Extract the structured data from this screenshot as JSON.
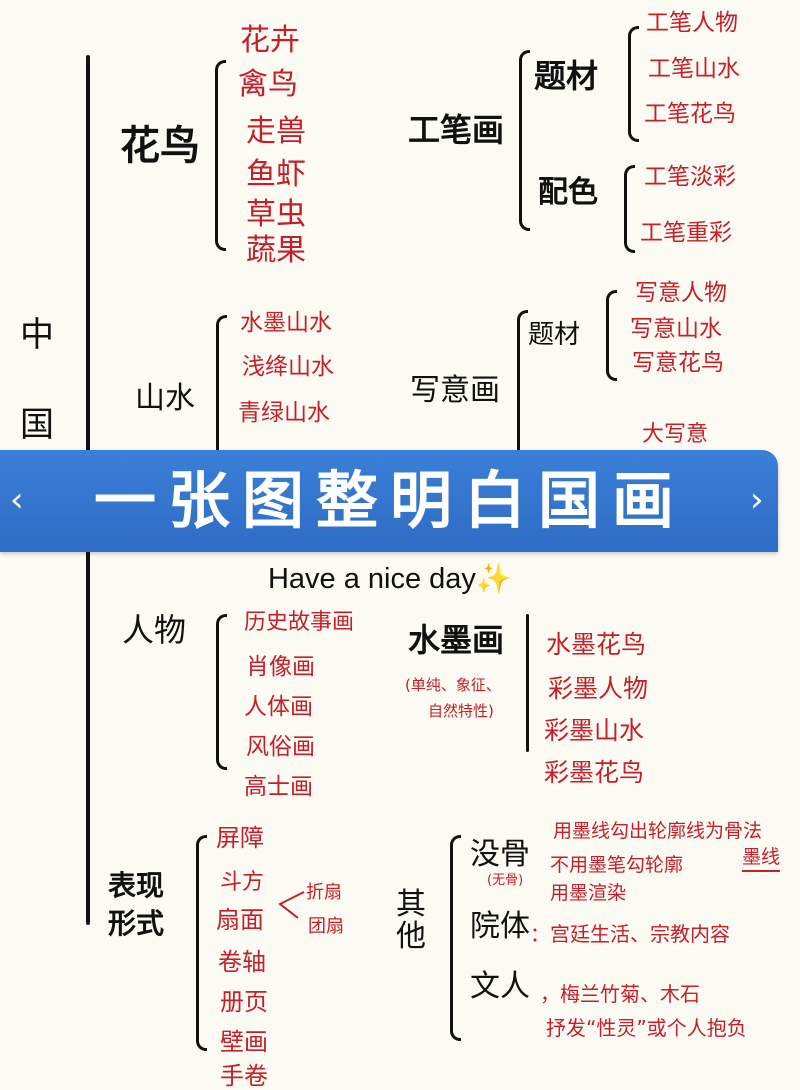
{
  "root": [
    "中",
    "国"
  ],
  "huaniao": {
    "label": "花鸟",
    "items": [
      "花卉",
      "禽鸟",
      "走兽",
      "鱼虾",
      "草虫",
      "蔬果"
    ]
  },
  "shanshui": {
    "label": "山水",
    "items": [
      "水墨山水",
      "浅绛山水",
      "青绿山水"
    ]
  },
  "gongbi": {
    "label": "工笔画",
    "ticai": {
      "label": "题材",
      "items": [
        "工笔人物",
        "工笔山水",
        "工笔花鸟"
      ]
    },
    "peise": {
      "label": "配色",
      "items": [
        "工笔淡彩",
        "工笔重彩"
      ]
    }
  },
  "xieyi": {
    "label": "写意画",
    "ticai": {
      "label": "题材",
      "items": [
        "写意人物",
        "写意山水",
        "写意花鸟"
      ]
    },
    "partial_item": "大写意"
  },
  "banner": {
    "title": "一张图整明白国画",
    "prev_icon": "‹",
    "next_icon": "›",
    "color": "#3a7fd8"
  },
  "subtitle": "Have a nice day✨",
  "renwu": {
    "label": "人物",
    "items": [
      "历史故事画",
      "肖像画",
      "人体画",
      "风俗画",
      "高士画"
    ]
  },
  "shuimo": {
    "label": "水墨画",
    "note": [
      "(单纯、象征、",
      "自然特性)"
    ],
    "items": [
      "水墨花鸟",
      "彩墨人物",
      "彩墨山水",
      "彩墨花鸟"
    ]
  },
  "biaoxian": {
    "label": [
      "表现",
      "形式"
    ],
    "items": [
      "屏障",
      "斗方",
      "扇面",
      "卷轴",
      "册页",
      "壁画",
      "手卷"
    ],
    "shanmian_sub": [
      "折扇",
      "团扇"
    ]
  },
  "qita": {
    "label": [
      "其",
      "他"
    ],
    "mogu": {
      "label": "没骨",
      "note": "(无骨)",
      "desc": [
        "用墨线勾出轮廓线为骨法",
        "不用墨笔勾轮廓",
        "用墨渲染"
      ],
      "mark": "墨线"
    },
    "yuanti": {
      "label": "院体",
      "desc": "：宫廷生活、宗教内容"
    },
    "wenren": {
      "label": "文人",
      "desc": [
        "，梅兰竹菊、木石",
        "抒发“性灵”或个人抱负"
      ]
    }
  },
  "colors": {
    "ink": "#111111",
    "red": "#c4202b",
    "paper": "#fbfaf3"
  }
}
